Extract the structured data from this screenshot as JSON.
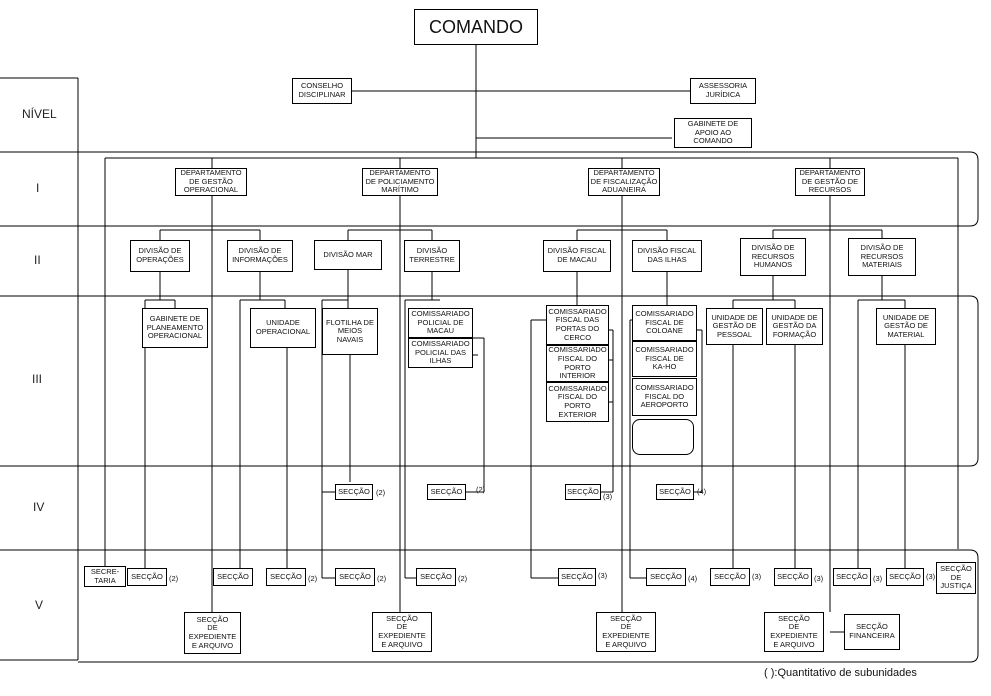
{
  "levels": {
    "header": "NÍVEL",
    "l1": "I",
    "l2": "II",
    "l3": "III",
    "l4": "IV",
    "l5": "V"
  },
  "top": {
    "comando": "COMANDO"
  },
  "staff": {
    "conselho": "CONSELHO\nDISCIPLINAR",
    "assessoria": "ASSESSORIA\nJURÍDICA",
    "gabinete": "GABINETE DE\nAPOIO AO\nCOMANDO"
  },
  "departments": {
    "d1": "DEPARTAMENTO\nDE GESTÃO\nOPERACIONAL",
    "d2": "DEPARTAMENTO\nDE POLICIAMENTO\nMARÍTIMO",
    "d3": "DEPARTAMENTO\nDE FISCALIZAÇÃO\nADUANEIRA",
    "d4": "DEPARTAMENTO\nDE GESTÃO DE\nRECURSOS"
  },
  "divisions": {
    "v1": "DIVISÃO DE\nOPERAÇÕES",
    "v2": "DIVISÃO DE\nINFORMAÇÕES",
    "v3": "DIVISÃO MAR",
    "v4": "DIVISÃO\nTERRESTRE",
    "v5": "DIVISÃO FISCAL\nDE MACAU",
    "v6": "DIVISÃO FISCAL\nDAS ILHAS",
    "v7": "DIVISÃO DE\nRECURSOS\nHUMANOS",
    "v8": "DIVISÃO DE\nRECURSOS\nMATERIAIS"
  },
  "units": {
    "u1": "GABINETE DE\nPLANEAMENTO\nOPERACIONAL",
    "u2": "UNIDADE\nOPERACIONAL",
    "u3": "FLOTILHA DE\nMEIOS\nNAVAIS",
    "u4": "COMISSARIADO\nPOLICIAL DE\nMACAU",
    "u5": "COMISSARIADO\nPOLICIAL DAS\nILHAS",
    "u6": "COMISSARIADO\nFISCAL DAS\nPORTAS DO\nCERCO",
    "u7": "COMISSARIADO\nFISCAL DO\nPORTO\nINTERIOR",
    "u8": "COMISSARIADO\nFISCAL DO\nPORTO\nEXTERIOR",
    "u9": "COMISSARIADO\nFISCAL DE\nCOLOANE",
    "u10": "COMISSARIADO\nFISCAL DE\nKA-HO",
    "u11": "COMISSARIADO\nFISCAL DO\nAEROPORTO",
    "u12": "",
    "u13": "UNIDADE DE\nGESTÃO DE\nPESSOAL",
    "u14": "UNIDADE DE\nGESTÃO DA\nFORMAÇÃO",
    "u15": "UNIDADE DE\nGESTÃO DE\nMATERIAL"
  },
  "sections": {
    "seccao": "SECÇÃO",
    "secretaria": "SECRE-\nTARIA",
    "justica": "SECÇÃO\nDE\nJUSTIÇA",
    "financeira": "SECÇÃO\nFINANCEIRA",
    "expediente": "SECÇÃO\nDE\nEXPEDIENTE\nE ARQUIVO"
  },
  "counts": {
    "c2": "(2)",
    "c3": "(3)",
    "c4": "(4)"
  },
  "legend": "( ):Quantitativo de subunidades"
}
